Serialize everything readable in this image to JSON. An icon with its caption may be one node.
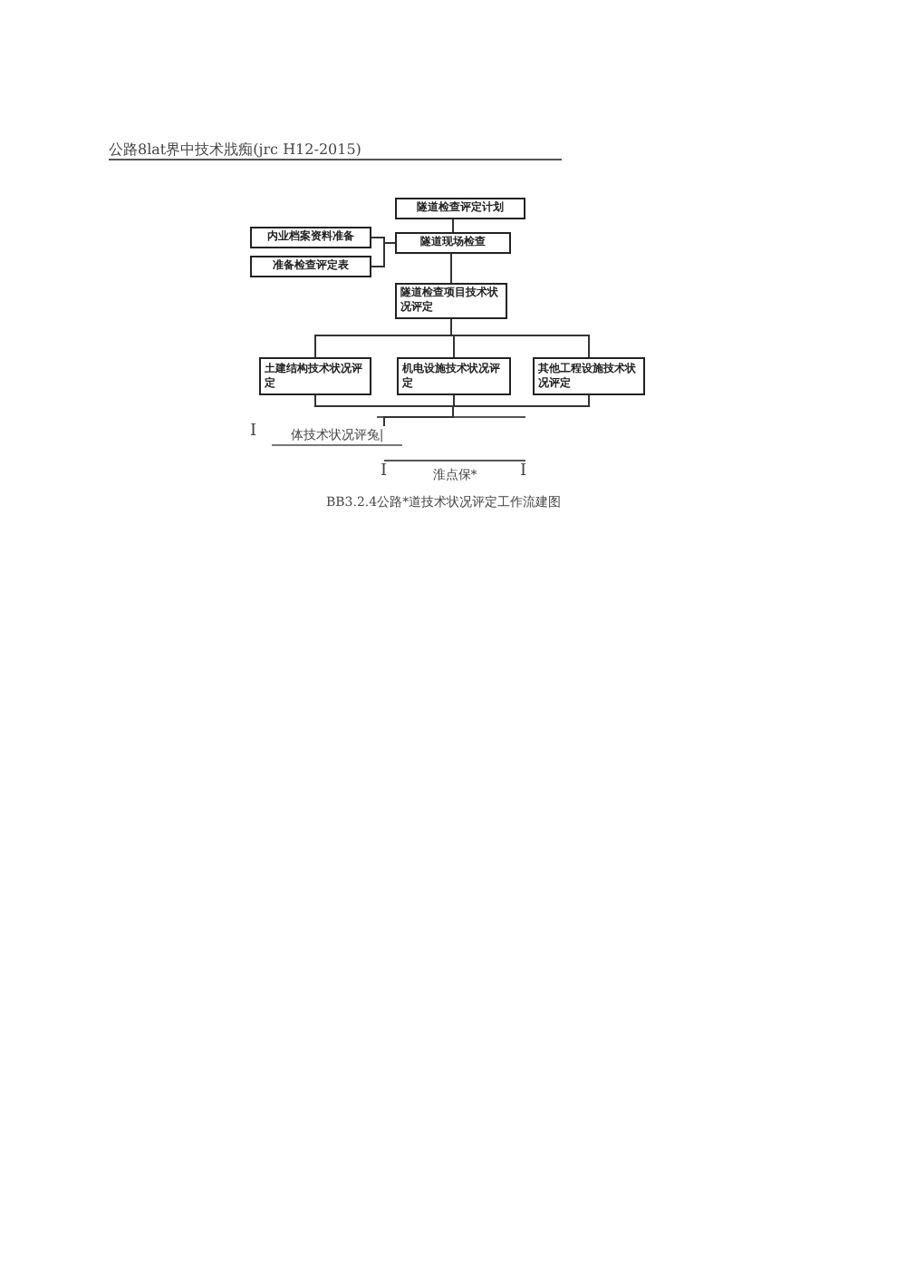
{
  "diagram": {
    "title": "公路8lat界中技术戕痴(jrc H12-2015)",
    "caption": "BB3.2.4公路*道技术状况评定工作流建图",
    "nodes": [
      {
        "text": [
          "隧道检查评定计划"
        ]
      },
      {
        "text": [
          "内业档案资料准备"
        ]
      },
      {
        "text": [
          "隧道现场检查"
        ]
      },
      {
        "text": [
          "准备检查评定表"
        ]
      },
      {
        "text": [
          "隧道检查项目技术状况评定"
        ]
      },
      {
        "text": [
          "土建结构技术状况评定"
        ]
      },
      {
        "text": [
          "机电设施技术状况评定"
        ]
      },
      {
        "text": [
          "其他工程设施技术状况评定"
        ]
      },
      {
        "text": [
          "体技术状况评兔|"
        ]
      },
      {
        "text": [
          "淮点保*"
        ]
      }
    ],
    "edges": [
      {
        "from": 0,
        "to": 2,
        "arrow": "none"
      },
      {
        "from": 1,
        "to": 2,
        "arrow": "none"
      },
      {
        "from": 3,
        "to": 2,
        "arrow": "none"
      },
      {
        "from": 2,
        "to": 4,
        "arrow": "none"
      },
      {
        "from": 4,
        "to": 5,
        "arrow": "none"
      },
      {
        "from": 4,
        "to": 6,
        "arrow": "none"
      },
      {
        "from": 4,
        "to": 7,
        "arrow": "none"
      },
      {
        "from": 5,
        "to": 8,
        "arrow": "none"
      },
      {
        "from": 6,
        "to": 8,
        "arrow": "none"
      },
      {
        "from": 7,
        "to": 8,
        "arrow": "none"
      }
    ],
    "labels": [
      "I",
      "I",
      "I"
    ]
  }
}
